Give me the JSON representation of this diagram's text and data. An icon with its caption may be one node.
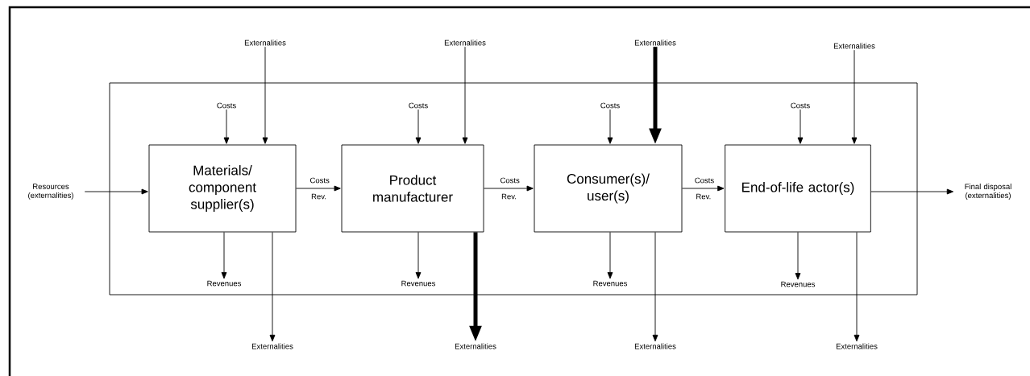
{
  "diagram": {
    "nodes": [
      {
        "text": [],
        "shape": "box"
      },
      {
        "text": [
          "Materials/ component supplier(s)"
        ],
        "in": 0
      },
      {
        "text": [
          "Product manufacturer"
        ],
        "in": 0
      },
      {
        "text": [
          "Consumer(s)/ user(s)"
        ],
        "in": 0
      },
      {
        "text": [
          "End-of-life actor(s)"
        ],
        "in": 0
      },
      {
        "text": [
          "Resources (externalities)"
        ]
      },
      {
        "text": [
          "Final disposal (externalities)"
        ]
      },
      {
        "text": [
          "Externalities"
        ]
      },
      {
        "text": [
          "Externalities"
        ]
      },
      {
        "text": [
          "Externalities"
        ]
      },
      {
        "text": [
          "Externalities"
        ]
      },
      {
        "text": [
          "Costs"
        ],
        "in": 0
      },
      {
        "text": [
          "Costs"
        ],
        "in": 0
      },
      {
        "text": [
          "Costs"
        ],
        "in": 0
      },
      {
        "text": [
          "Costs"
        ],
        "in": 0
      },
      {
        "text": [
          "Revenues"
        ],
        "in": 0
      },
      {
        "text": [
          "Revenues"
        ],
        "in": 0
      },
      {
        "text": [
          "Revenues"
        ],
        "in": 0
      },
      {
        "text": [
          "Revenues"
        ],
        "in": 0
      },
      {
        "text": [
          "Externalities"
        ]
      },
      {
        "text": [
          "Externalities"
        ]
      },
      {
        "text": [
          "Externalities"
        ]
      },
      {
        "text": [
          "Externalities"
        ]
      }
    ],
    "edges": [
      {
        "from": 5,
        "to": 1,
        "arrow": "to"
      },
      {
        "from": 1,
        "to": 2,
        "arrow": "to",
        "label": "Costs Rev."
      },
      {
        "from": 2,
        "to": 3,
        "arrow": "to",
        "label": "Costs Rev."
      },
      {
        "from": 3,
        "to": 4,
        "arrow": "to",
        "label": "Costs Rev."
      },
      {
        "from": 4,
        "to": 6,
        "arrow": "to"
      },
      {
        "from": 11,
        "to": 1,
        "arrow": "to"
      },
      {
        "from": 7,
        "to": 1,
        "arrow": "to"
      },
      {
        "from": 12,
        "to": 2,
        "arrow": "to"
      },
      {
        "from": 8,
        "to": 2,
        "arrow": "to"
      },
      {
        "from": 13,
        "to": 3,
        "arrow": "to"
      },
      {
        "from": 9,
        "to": 3,
        "arrow": "to",
        "style": "thick"
      },
      {
        "from": 14,
        "to": 4,
        "arrow": "to"
      },
      {
        "from": 10,
        "to": 4,
        "arrow": "to"
      },
      {
        "from": 1,
        "to": 15,
        "arrow": "to"
      },
      {
        "from": 1,
        "to": 19,
        "arrow": "to"
      },
      {
        "from": 2,
        "to": 16,
        "arrow": "to"
      },
      {
        "from": 2,
        "to": 20,
        "arrow": "to",
        "style": "thick"
      },
      {
        "from": 3,
        "to": 17,
        "arrow": "to"
      },
      {
        "from": 3,
        "to": 21,
        "arrow": "to"
      },
      {
        "from": 4,
        "to": 18,
        "arrow": "to"
      },
      {
        "from": 4,
        "to": 22,
        "arrow": "to"
      }
    ]
  }
}
